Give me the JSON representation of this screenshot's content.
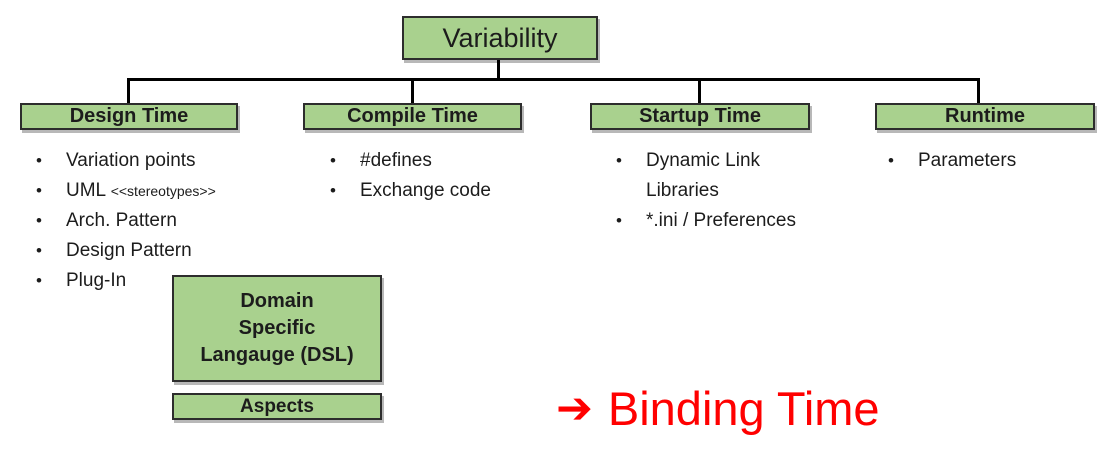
{
  "colors": {
    "box_fill": "#a9d18e",
    "box_border": "#2d2d2d",
    "connector": "#000000",
    "annotation_red": "#ff0000"
  },
  "root_box": {
    "label": "Variability"
  },
  "columns": [
    {
      "header": "Design Time",
      "items": [
        {
          "text": "Variation points"
        },
        {
          "text": "UML ",
          "suffix": "<<stereotypes>>"
        },
        {
          "text": "Arch. Pattern"
        },
        {
          "text": "Design Pattern"
        },
        {
          "text": "Plug-In"
        }
      ]
    },
    {
      "header": "Compile Time",
      "items": [
        {
          "text": "#defines"
        },
        {
          "text": "Exchange code"
        }
      ]
    },
    {
      "header": "Startup Time",
      "items": [
        {
          "text": "Dynamic Link Libraries"
        },
        {
          "text": "*.ini / Preferences"
        }
      ]
    },
    {
      "header": "Runtime",
      "items": [
        {
          "text": "Parameters"
        }
      ]
    }
  ],
  "extra_boxes": {
    "dsl": {
      "lines": [
        "Domain",
        "Specific",
        "Langauge (DSL)"
      ]
    },
    "aspects": {
      "label": "Aspects"
    }
  },
  "annotation": {
    "arrow_icon": "➔",
    "label": "Binding Time"
  },
  "bullet_glyph": "•"
}
